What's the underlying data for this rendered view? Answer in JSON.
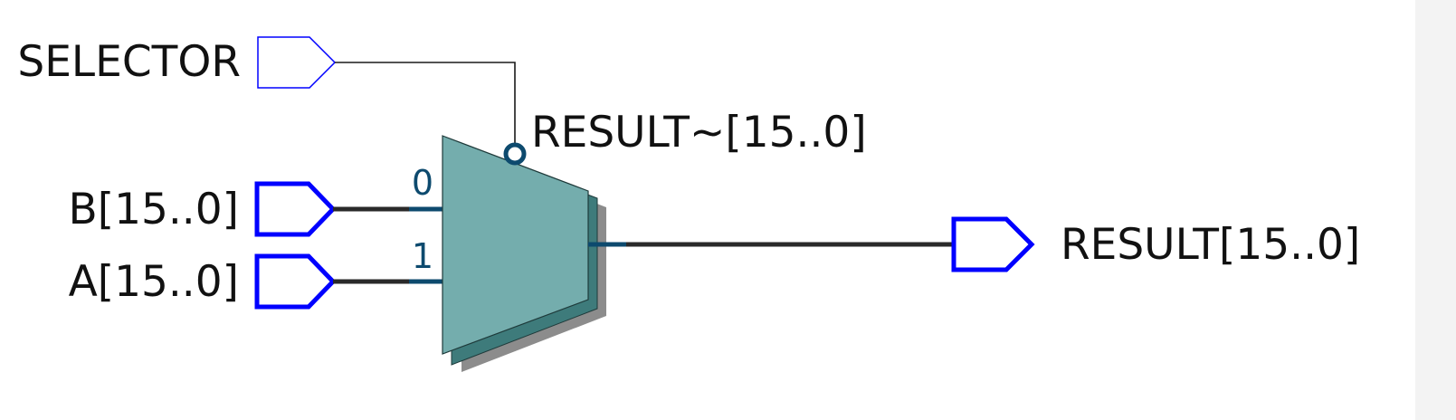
{
  "schematic": {
    "inputs": {
      "selector": "SELECTOR",
      "b": "B[15..0]",
      "a": "A[15..0]"
    },
    "output": "RESULT[15..0]",
    "mux": {
      "name": "RESULT~[15..0]",
      "port0": "0",
      "port1": "1"
    }
  },
  "colors": {
    "pin_stroke": "#0000ff",
    "wire": "#2a2a2a",
    "bus_stub": "#0d4a6e",
    "mux_fill": "#74adad",
    "mux_stack": "#3e7b7b",
    "mux_shadow": "#8c8c8c",
    "port_label": "#0d4a6e",
    "text": "#111111"
  }
}
